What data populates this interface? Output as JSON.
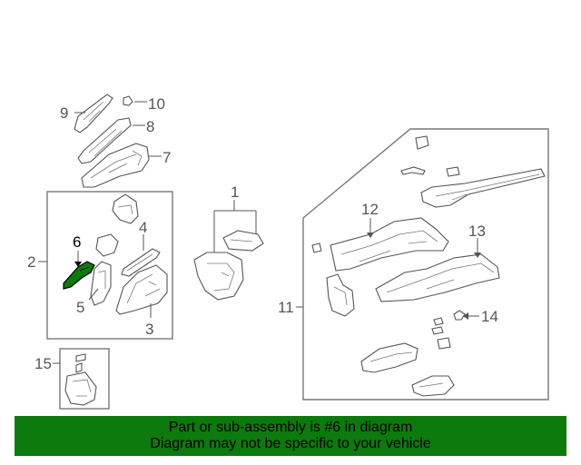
{
  "diagram": {
    "callouts": {
      "c1": "1",
      "c2": "2",
      "c3": "3",
      "c4": "4",
      "c5": "5",
      "c6": "6",
      "c7": "7",
      "c8": "8",
      "c9": "9",
      "c10": "10",
      "c11": "11",
      "c12": "12",
      "c13": "13",
      "c14": "14",
      "c15": "15"
    },
    "highlight_color": "#0c7a0c"
  },
  "banner": {
    "line1": "Part or sub-assembly is #6 in diagram",
    "line2": "Diagram may not be specific to your vehicle",
    "background": "#0c7a0c"
  }
}
